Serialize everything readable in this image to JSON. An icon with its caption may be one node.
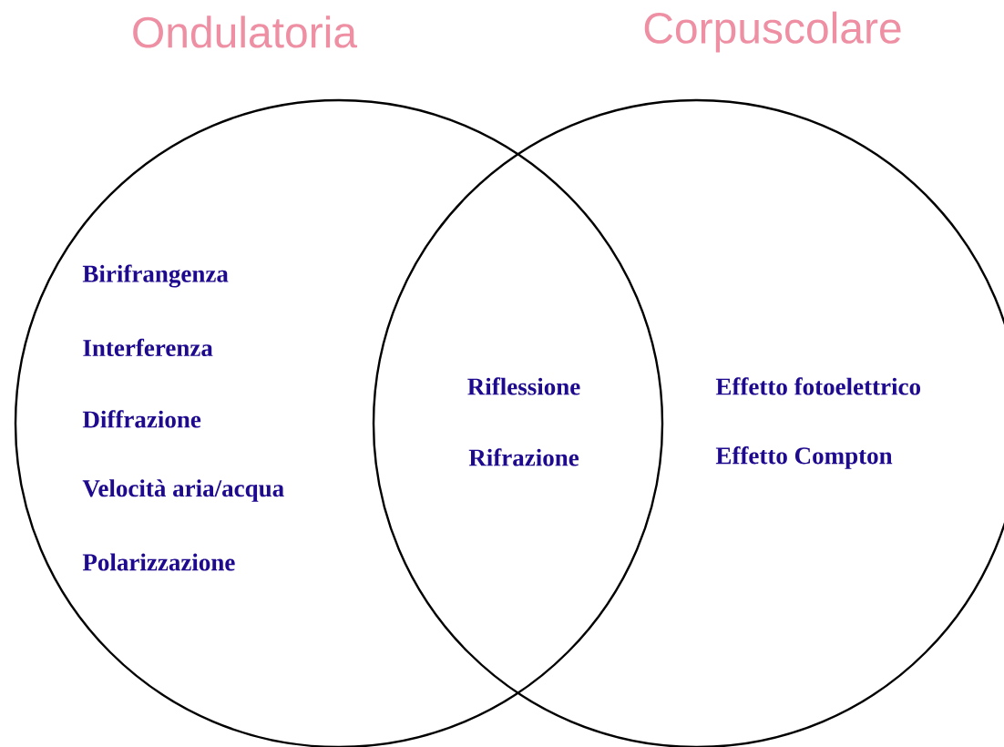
{
  "diagram": {
    "nodes": [
      {
        "text": [
          "Ondulatoria",
          "Birifrangenza",
          "Interferenza",
          "Diffrazione",
          "Velocità aria/acqua",
          "Polarizzazione"
        ]
      },
      {
        "text": [
          "Corpuscolare",
          "Effetto fotoelettrico",
          "Effetto Compton"
        ]
      }
    ],
    "labels": [
      "Riflessione",
      "Rifrazione"
    ]
  }
}
